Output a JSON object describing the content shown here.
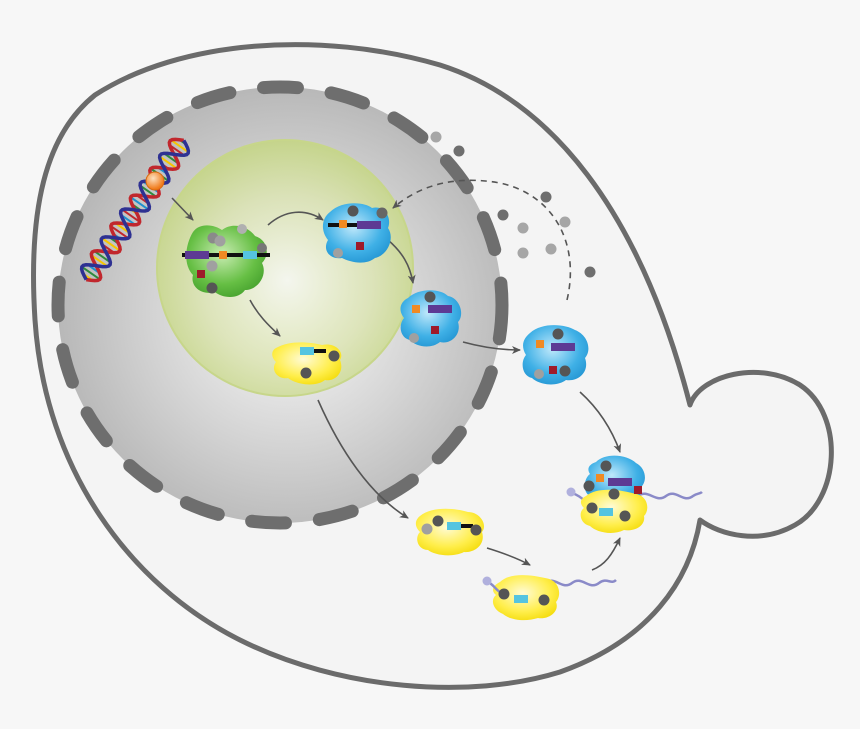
{
  "diagram": {
    "kind": "yeast-cell-protein-pathway",
    "colors": {
      "background": "#f7f7f7",
      "cell_outline": "#6b6b6b",
      "cell_fill": "#f4f4f4",
      "nucleus_dash": "#6e6e6e",
      "nucleus_fill": "#bdbdbd",
      "nucleolus": "#c9d98a",
      "protein_green": "#6cc04a",
      "protein_blue": "#41b0e6",
      "protein_yellow": "#ffe94a",
      "purple_bar": "#5d3a94",
      "orange_square": "#f08a24",
      "red_square": "#9e1b2a",
      "cyan_bar": "#55c4e0",
      "dark_ball": "#555555",
      "light_ball": "#a6a6a6",
      "tail": "#8a8ac8",
      "arrow": "#555555"
    },
    "components": [
      "cell-membrane",
      "bud",
      "nuclear-envelope",
      "nucleolus",
      "dna-helix",
      "green-protein",
      "blue-protein",
      "yellow-protein",
      "ubiquitin-tail",
      "free-particles",
      "pathway-arrows"
    ]
  }
}
